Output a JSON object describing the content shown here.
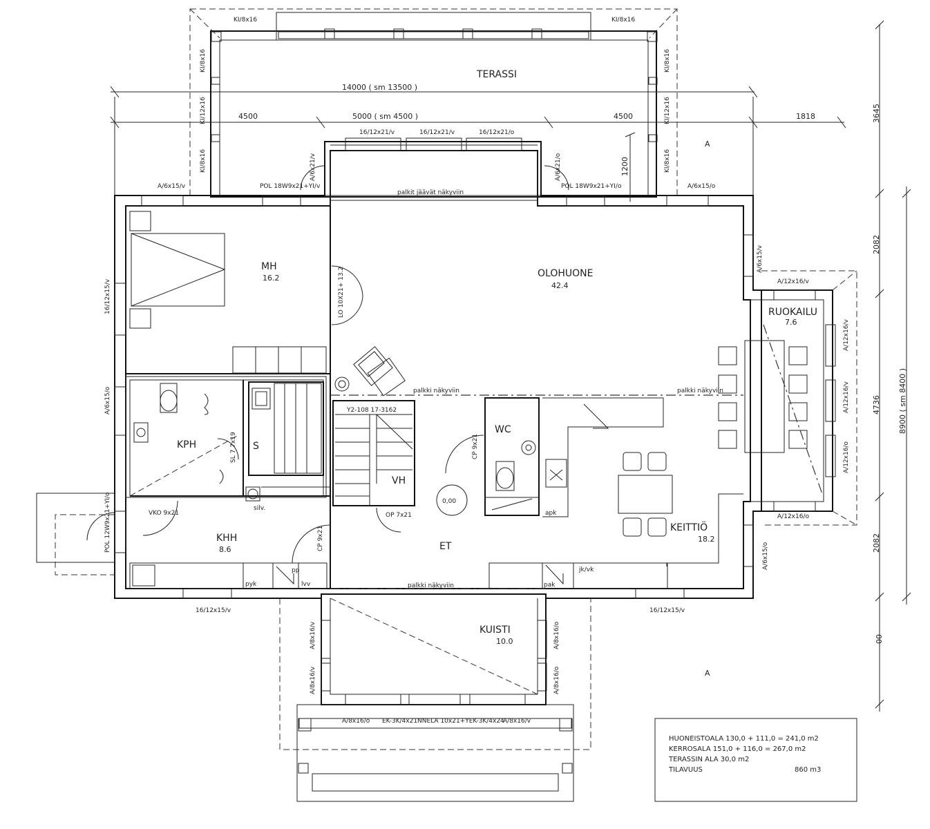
{
  "rooms": {
    "terassi": "TERASSI",
    "mh": {
      "name": "MH",
      "area": "16.2"
    },
    "olohuone": {
      "name": "OLOHUONE",
      "area": "42.4"
    },
    "ruokailu": {
      "name": "RUOKAILU",
      "area": "7.6"
    },
    "kph": "KPH",
    "s": "S",
    "wc": "WC",
    "vh": "VH",
    "khh": {
      "name": "KHH",
      "area": "8.6"
    },
    "et": "ET",
    "keittio": {
      "name": "KEITTIÖ",
      "area": "18.2"
    },
    "kuisti": {
      "name": "KUISTI",
      "area": "10.0"
    }
  },
  "dimensions": {
    "total_width": "14000  ( sm 13500 )",
    "left": "4500",
    "middle": "5000  ( sm 4500 )",
    "right": "4500",
    "right_ext": "1818",
    "bay_depth": "1200",
    "v1": "3645",
    "v2": "2082",
    "v3": "4736",
    "v4": "2082",
    "v5": "00",
    "v_total": "8900  ( sm 8400 )"
  },
  "notes": {
    "beams_visible_top": "palkit jäävät näkyviin",
    "beam_visible_mid_left": "palkki näkyviin",
    "beam_visible_mid_right": "palkki näkyviin",
    "beam_visible_bottom": "palkki näkyviin",
    "stair": "Y2-108  17-3162",
    "sl": "SL 7 7x19",
    "silv": "silv.",
    "pyk": "pyk",
    "lvv": "lvv",
    "pp": "pp",
    "pak": "pak",
    "jkvk": "jk/vk",
    "apk": "apk",
    "zero": "0,00",
    "section_a": "A"
  },
  "openings": {
    "ki8x16_tl": "KI/8x16",
    "ki8x16_tr": "KI/8x16",
    "ki8x16_l1": "KI/8x16",
    "ki12x16_l2": "KI/12x16",
    "ki8x16_l3": "KI/8x16",
    "ki8x16_r1": "KI/8x16",
    "ki12x16_r2": "KI/12x16",
    "ki8x16_r3": "KI/8x16",
    "bay1": "16/12x21/v",
    "bay2": "16/12x21/v",
    "bay3": "16/12x21/o",
    "pol_left": "POL 18W9x21+YI/v",
    "pol_right": "POL 18W9x21+YI/o",
    "a6x21v": "A/6x21/v",
    "a6x21o": "A/6x21/o",
    "a6x15v_top": "A/6x15/v",
    "a6x15o_top": "A/6x15/o",
    "a6x15v_right": "A/6x15/v",
    "a12x16v_top": "A/12x16/v",
    "a12x16v_r1": "A/12x16/v",
    "a12x16v_r2": "A/12x16/v",
    "a12x16o_r3": "A/12x16/o",
    "a12x16o_bottom": "A/12x16/o",
    "left_window": "16/12x15/v",
    "a6x15o_left": "A/6x15/o",
    "lo_door": "LO 10X21+ 13.2",
    "cp9x21_wc": "CP 9x21",
    "op7x21": "OP 7x21",
    "cp9x21_khh": "CP 9x21",
    "vko": "VKO 9x21",
    "pol_entry": "POL 12W9x21+YI/o",
    "a6x15o_right": "A/6x15/o",
    "b_window_l": "16/12x15/v",
    "b_window_r": "16/12x15/v",
    "k_a8x16v_l1": "A/8x16/v",
    "k_a8x16v_l2": "A/8x16/v",
    "k_a8x16o_r1": "A/8x16/o",
    "k_a8x16o_r2": "A/8x16/o",
    "k_a8x16o_b": "A/8x16/o",
    "k_a8x16v_b": "A/8x16/v",
    "k_front": "EK-3K/4x21NNELA 10x21+YEK-3K/4x24"
  },
  "summary": {
    "line1": "HUONEISTOALA  130,0 + 111,0 = 241,0 m2",
    "line2": "KERROSALA      151,0 + 116,0 = 267,0 m2",
    "line3": "TERASSIN ALA 30,0 m2",
    "line4_label": "TILAVUUS",
    "line4_value": "860 m3"
  }
}
